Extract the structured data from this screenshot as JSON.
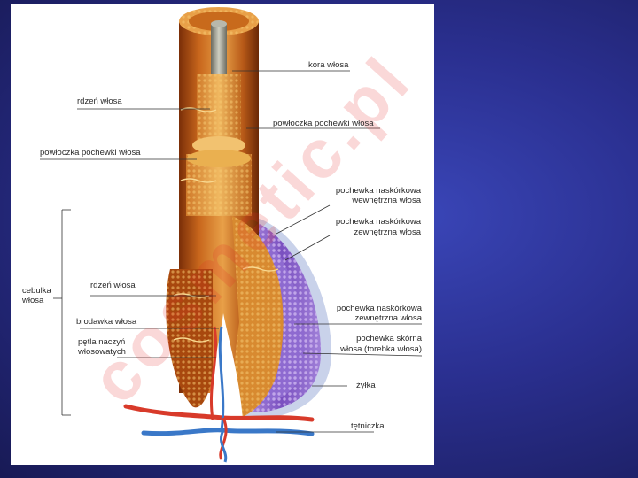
{
  "watermark": "cosmetic.pl",
  "labels": {
    "kora_wlosa": "kora włosa",
    "rdzen_wlosa_top": "rdzeń włosa",
    "powloczka_right": "powłoczka pochewki włosa",
    "powloczka_left": "powłoczka pochewki włosa",
    "pochewka_wewn_1": "pochewka naskórkowa",
    "pochewka_wewn_2": "wewnętrzna włosa",
    "pochewka_zewn_1": "pochewka naskórkowa",
    "pochewka_zewn_2": "zewnętrzna włosa",
    "cebulka_1": "cebulka",
    "cebulka_2": "włosa",
    "rdzen_wlosa_mid": "rdzeń włosa",
    "brodawka": "brodawka włosa",
    "petla_1": "pętla naczyń",
    "petla_2": "włosowatych",
    "pochewka_zewn2_1": "pochewka naskórkowa",
    "pochewka_zewn2_2": "zewnętrzna włosa",
    "pochewka_skorna_1": "pochewka skórna",
    "pochewka_skorna_2": "włosa (torebka włosa)",
    "zylka": "żyłka",
    "tetniczka": "tętniczka"
  },
  "colors": {
    "background": "#2a2f8f",
    "hair_shaft": "#c8661c",
    "hair_cortex": "#e09a3a",
    "medulla": "#9a9a8a",
    "outer_sheath": "#8a60c8",
    "artery": "#d83a2a",
    "vein": "#3a78c8",
    "watermark": "#e62828"
  }
}
